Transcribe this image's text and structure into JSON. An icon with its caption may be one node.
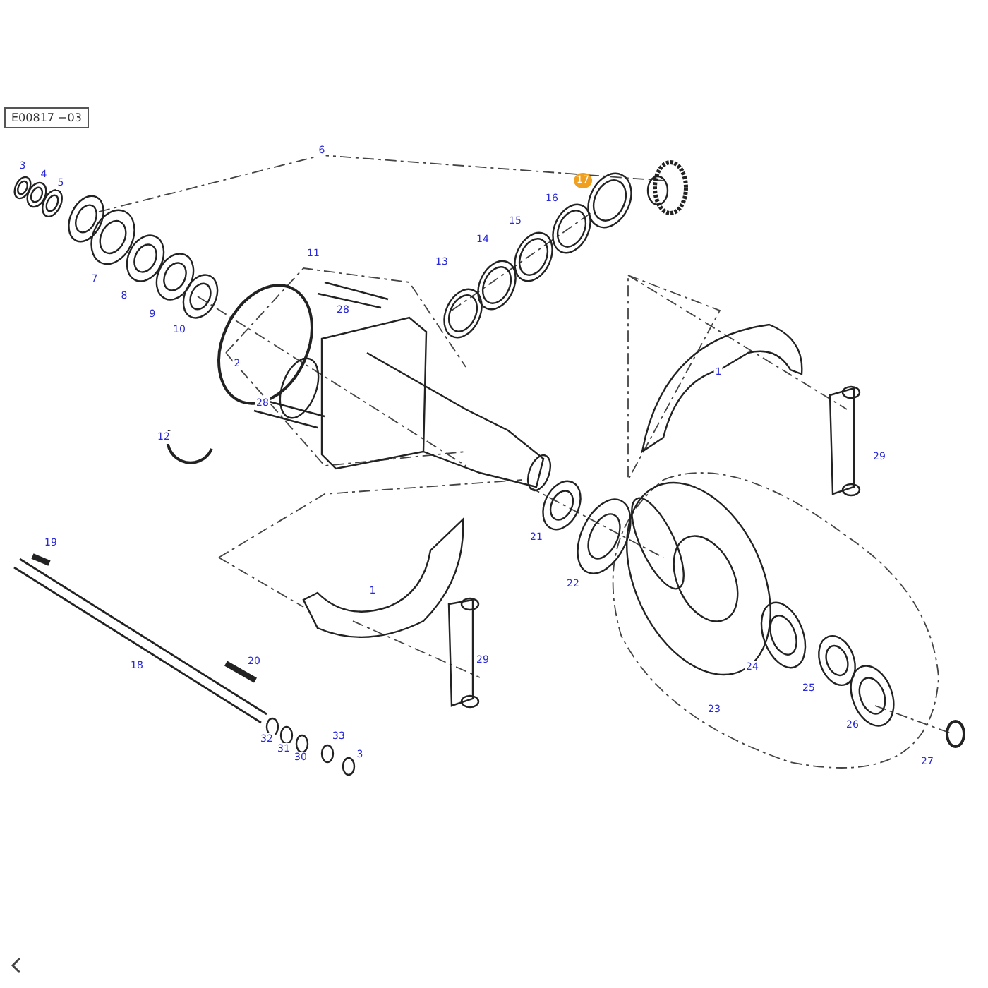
{
  "diagram": {
    "labels": [
      "E00817 −03",
      "6",
      "3",
      "4",
      "5",
      "17",
      "16",
      "15",
      "14",
      "13",
      "7",
      "8",
      "9",
      "10",
      "11",
      "28",
      "2",
      "1",
      "28",
      "12",
      "29",
      "21",
      "19",
      "22",
      "1",
      "18",
      "20",
      "29",
      "24",
      "25",
      "23",
      "26",
      "32",
      "31",
      "30",
      "33",
      "3",
      "27"
    ]
  }
}
